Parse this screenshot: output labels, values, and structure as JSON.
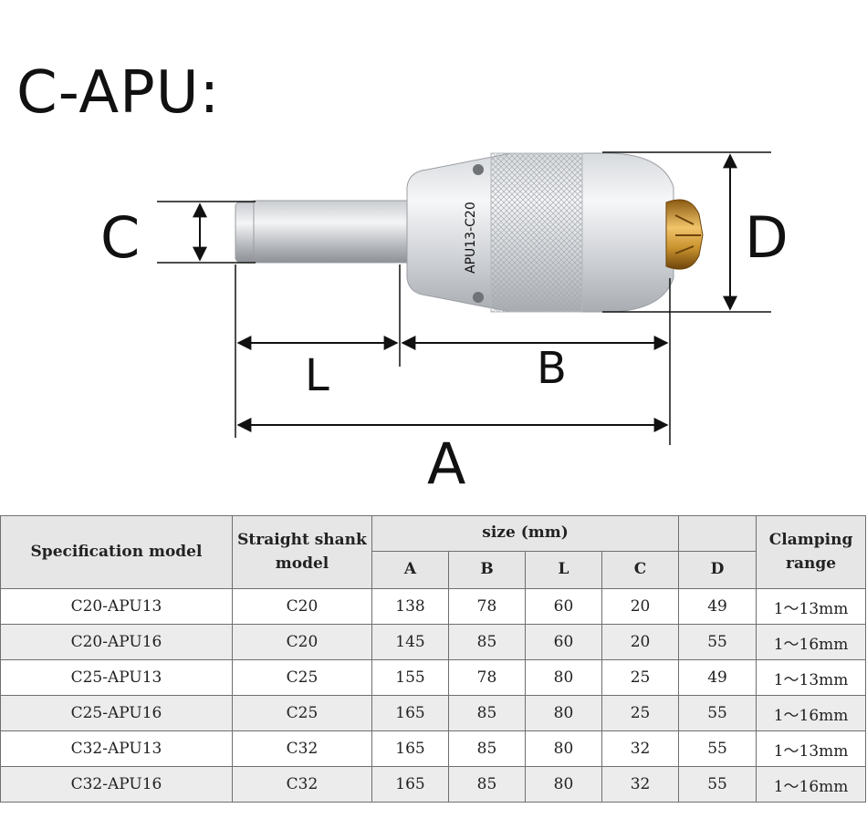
{
  "title": "C-APU:",
  "drawing": {
    "engraving": "APU13-C20",
    "dimension_labels": {
      "C": "C",
      "D": "D",
      "L": "L",
      "B": "B",
      "A": "A"
    }
  },
  "table": {
    "header": {
      "spec_model": "Specification model",
      "shank_model": "Straight shank model",
      "size_group": "size (mm)",
      "clamping": "Clamping range",
      "cols": [
        "A",
        "B",
        "L",
        "C",
        "D"
      ]
    },
    "rows": [
      [
        "C20-APU13",
        "C20",
        "138",
        "78",
        "60",
        "20",
        "49",
        "1～13mm"
      ],
      [
        "C20-APU16",
        "C20",
        "145",
        "85",
        "60",
        "20",
        "55",
        "1～16mm"
      ],
      [
        "C25-APU13",
        "C25",
        "155",
        "78",
        "80",
        "25",
        "49",
        "1～13mm"
      ],
      [
        "C25-APU16",
        "C25",
        "165",
        "85",
        "80",
        "25",
        "55",
        "1～16mm"
      ],
      [
        "C32-APU13",
        "C32",
        "165",
        "85",
        "80",
        "32",
        "55",
        "1～13mm"
      ],
      [
        "C32-APU16",
        "C32",
        "165",
        "85",
        "80",
        "32",
        "55",
        "1～16mm"
      ]
    ]
  },
  "colors": {
    "text": "#111111",
    "header_bg": "#e6e6e6",
    "alt_row_bg": "#ececec",
    "border": "#6f6f6f",
    "chuck_gold": "#c8912e"
  }
}
